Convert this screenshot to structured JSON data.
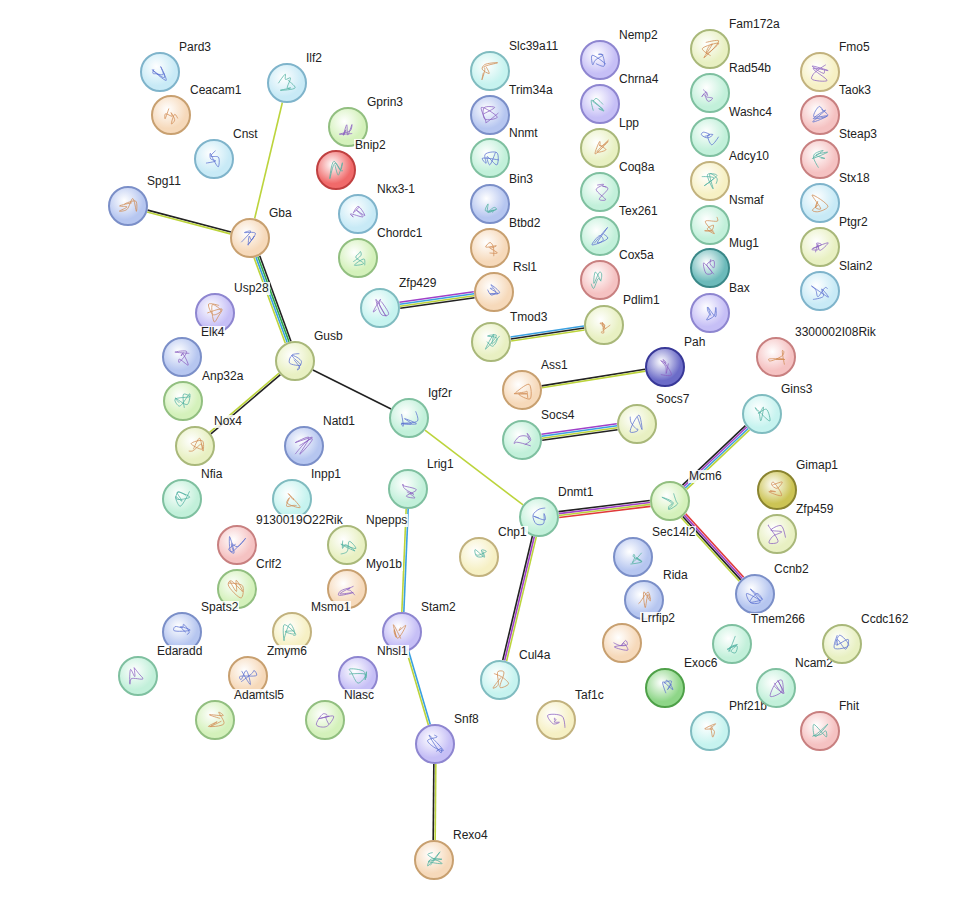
{
  "diagram": {
    "nodes": [
      {
        "text": [
          "Pard3"
        ]
      },
      {
        "text": [
          "Ilf2"
        ]
      },
      {
        "text": [
          "Ceacam1"
        ]
      },
      {
        "text": [
          "Gprin3"
        ]
      },
      {
        "text": [
          "Cnst"
        ]
      },
      {
        "text": [
          "Bnip2"
        ]
      },
      {
        "text": [
          "Spg11"
        ]
      },
      {
        "text": [
          "Nkx3-1"
        ]
      },
      {
        "text": [
          "Gba"
        ]
      },
      {
        "text": [
          "Chordc1"
        ]
      },
      {
        "text": [
          "Usp28"
        ]
      },
      {
        "text": [
          "Elk4"
        ]
      },
      {
        "text": [
          "Gusb"
        ]
      },
      {
        "text": [
          "Anp32a"
        ]
      },
      {
        "text": [
          "Nox4"
        ]
      },
      {
        "text": [
          "Natd1"
        ]
      },
      {
        "text": [
          "Igf2r"
        ]
      },
      {
        "text": [
          "Nfia"
        ]
      },
      {
        "text": [
          "Inpp1"
        ]
      },
      {
        "text": [
          "Lrig1"
        ]
      },
      {
        "text": [
          "9130019O22Rik"
        ]
      },
      {
        "text": [
          "Npepps"
        ]
      },
      {
        "text": [
          "Crlf2"
        ]
      },
      {
        "text": [
          "Myo1b"
        ]
      },
      {
        "text": [
          "Spats2"
        ]
      },
      {
        "text": [
          "Msmo1"
        ]
      },
      {
        "text": [
          "Stam2"
        ]
      },
      {
        "text": [
          "Edaradd"
        ]
      },
      {
        "text": [
          "Zmym6"
        ]
      },
      {
        "text": [
          "Nhsl1"
        ]
      },
      {
        "text": [
          "Adamtsl5"
        ]
      },
      {
        "text": [
          "Nlasc"
        ]
      },
      {
        "text": [
          "Snf8"
        ]
      },
      {
        "text": [
          "Rexo4"
        ]
      },
      {
        "text": [
          "Slc39a11"
        ]
      },
      {
        "text": [
          "Trim34a"
        ]
      },
      {
        "text": [
          "Nnmt"
        ]
      },
      {
        "text": [
          "Bin3"
        ]
      },
      {
        "text": [
          "Btbd2"
        ]
      },
      {
        "text": [
          "Zfp429"
        ]
      },
      {
        "text": [
          "Rsl1"
        ]
      },
      {
        "text": [
          "Tmod3"
        ]
      },
      {
        "text": [
          "Ass1"
        ]
      },
      {
        "text": [
          "Socs4"
        ]
      },
      {
        "text": [
          "Dnmt1"
        ]
      },
      {
        "text": [
          "Chp1"
        ]
      },
      {
        "text": [
          "Cul4a"
        ]
      },
      {
        "text": [
          "Taf1c"
        ]
      },
      {
        "text": [
          "Nemp2"
        ]
      },
      {
        "text": [
          "Chrna4"
        ]
      },
      {
        "text": [
          "Lpp"
        ]
      },
      {
        "text": [
          "Coq8a"
        ]
      },
      {
        "text": [
          "Tex261"
        ]
      },
      {
        "text": [
          "Cox5a"
        ]
      },
      {
        "text": [
          "Pdlim1"
        ]
      },
      {
        "text": [
          "Pah"
        ]
      },
      {
        "text": [
          "Socs7"
        ]
      },
      {
        "text": [
          "Sec14l2"
        ]
      },
      {
        "text": [
          "Rida"
        ]
      },
      {
        "text": [
          "Lrrfip2"
        ]
      },
      {
        "text": [
          "Exoc6"
        ]
      },
      {
        "text": [
          "Mcm6"
        ]
      },
      {
        "text": [
          "Fam172a"
        ]
      },
      {
        "text": [
          "Rad54b"
        ]
      },
      {
        "text": [
          "Washc4"
        ]
      },
      {
        "text": [
          "Adcy10"
        ]
      },
      {
        "text": [
          "Nsmaf"
        ]
      },
      {
        "text": [
          "Mug1"
        ]
      },
      {
        "text": [
          "Bax"
        ]
      },
      {
        "text": [
          "Gins3"
        ]
      },
      {
        "text": [
          "Gimap1"
        ]
      },
      {
        "text": [
          "Zfp459"
        ]
      },
      {
        "text": [
          "Ccnb2"
        ]
      },
      {
        "text": [
          "Tmem266"
        ]
      },
      {
        "text": [
          "Phf21b"
        ]
      },
      {
        "text": [
          "Ncam2"
        ]
      },
      {
        "text": [
          "Ccdc162"
        ]
      },
      {
        "text": [
          "Fhit"
        ]
      },
      {
        "text": [
          "3300002I08Rik"
        ]
      },
      {
        "text": [
          "Fmo5"
        ]
      },
      {
        "text": [
          "Taok3"
        ]
      },
      {
        "text": [
          "Steap3"
        ]
      },
      {
        "text": [
          "Stx18"
        ]
      },
      {
        "text": [
          "Ptgr2"
        ]
      },
      {
        "text": [
          "Slain2"
        ]
      }
    ],
    "edges": [
      {
        "from": 1,
        "to": 8,
        "arrow": "none"
      },
      {
        "from": 6,
        "to": 8,
        "arrow": "none"
      },
      {
        "from": 8,
        "to": 12,
        "arrow": "none"
      },
      {
        "from": 12,
        "to": 14,
        "arrow": "none"
      },
      {
        "from": 12,
        "to": 16,
        "arrow": "none"
      },
      {
        "from": 16,
        "to": 44,
        "arrow": "none"
      },
      {
        "from": 39,
        "to": 40,
        "arrow": "none"
      },
      {
        "from": 41,
        "to": 54,
        "arrow": "none"
      },
      {
        "from": 42,
        "to": 55,
        "arrow": "none"
      },
      {
        "from": 43,
        "to": 56,
        "arrow": "none"
      },
      {
        "from": 44,
        "to": 61,
        "arrow": "none"
      },
      {
        "from": 44,
        "to": 46,
        "arrow": "none"
      },
      {
        "from": 61,
        "to": 69,
        "arrow": "none"
      },
      {
        "from": 61,
        "to": 72,
        "arrow": "none"
      },
      {
        "from": 19,
        "to": 26,
        "arrow": "none"
      },
      {
        "from": 26,
        "to": 32,
        "arrow": "none"
      },
      {
        "from": 32,
        "to": 33,
        "arrow": "none"
      }
    ]
  }
}
